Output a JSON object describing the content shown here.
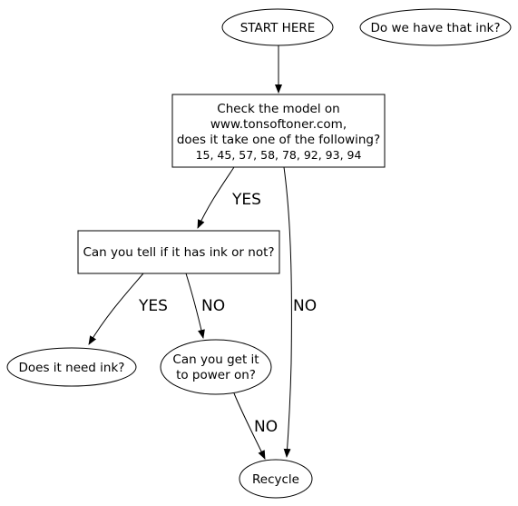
{
  "nodes": {
    "start": {
      "text": "START HERE"
    },
    "ink_question": {
      "text": "Do we have that ink?"
    },
    "check_model": {
      "lines": [
        "Check the model on",
        "www.tonsoftoner.com,",
        "does it take one of the following?",
        "15, 45, 57, 58, 78, 92, 93, 94"
      ]
    },
    "tell_ink": {
      "text": "Can you tell if it has ink or not?"
    },
    "need_ink": {
      "text": "Does it need ink?"
    },
    "power_on": {
      "lines": [
        "Can you get it",
        "to power on?"
      ]
    },
    "recycle": {
      "text": "Recycle"
    }
  },
  "edges": {
    "check_to_tell": {
      "label": "YES"
    },
    "check_to_recycle": {
      "label": "NO"
    },
    "tell_to_need": {
      "label": "YES"
    },
    "tell_to_power": {
      "label": "NO"
    },
    "power_to_recycle": {
      "label": "NO"
    }
  }
}
